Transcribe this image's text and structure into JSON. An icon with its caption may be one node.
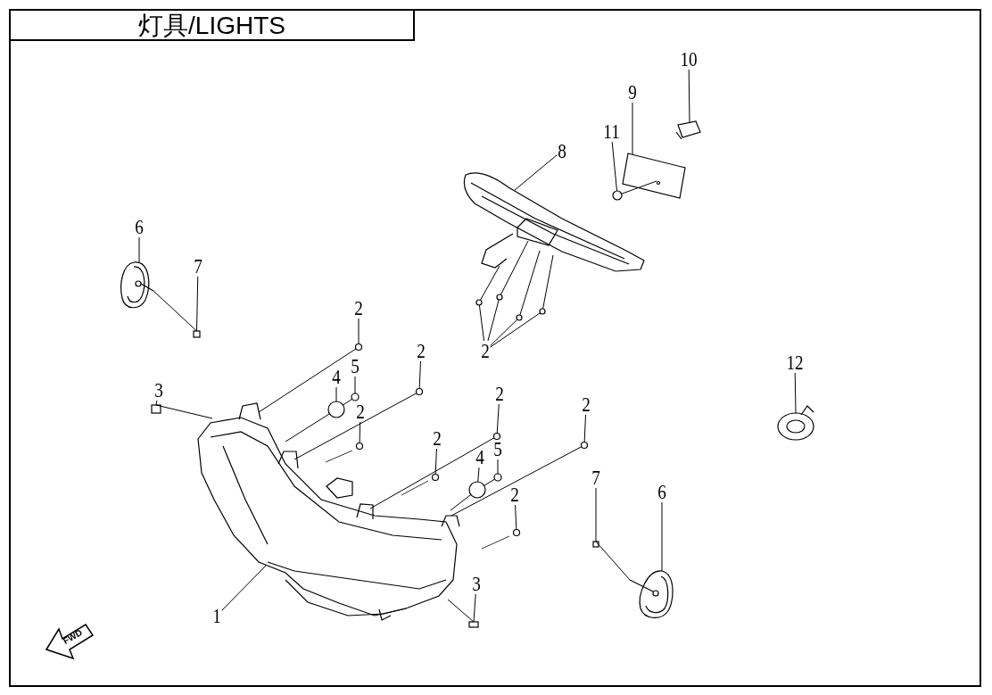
{
  "diagram": {
    "title": "灯具/LIGHTS",
    "nodes": [
      {
        "text": [
          "6"
        ]
      },
      {
        "text": [
          "7"
        ]
      },
      {
        "text": [
          "10"
        ]
      },
      {
        "text": [
          "9"
        ]
      },
      {
        "text": [
          "11"
        ]
      },
      {
        "text": [
          "8"
        ]
      },
      {
        "text": [
          "2"
        ]
      },
      {
        "text": [
          "2"
        ]
      },
      {
        "text": [
          "2"
        ]
      },
      {
        "text": [
          "12"
        ]
      },
      {
        "text": [
          "5"
        ]
      },
      {
        "text": [
          "4"
        ]
      },
      {
        "text": [
          "3"
        ]
      },
      {
        "text": [
          "2"
        ]
      },
      {
        "text": [
          "2"
        ]
      },
      {
        "text": [
          "2"
        ]
      },
      {
        "text": [
          "2"
        ]
      },
      {
        "text": [
          "5"
        ]
      },
      {
        "text": [
          "4"
        ]
      },
      {
        "text": [
          "7"
        ]
      },
      {
        "text": [
          "6"
        ]
      },
      {
        "text": [
          "2"
        ]
      },
      {
        "text": [
          "3"
        ]
      },
      {
        "text": [
          "1"
        ]
      },
      {
        "text": [],
        "shape": "picture"
      },
      {
        "text": [],
        "shape": "box"
      },
      {
        "text": [],
        "shape": "picture"
      },
      {
        "text": [],
        "shape": "picture"
      },
      {
        "text": [],
        "shape": "circle"
      },
      {
        "text": [],
        "shape": "picture"
      },
      {
        "text": [],
        "shape": "circle"
      },
      {
        "text": [],
        "shape": "circle"
      },
      {
        "text": [],
        "shape": "circle"
      },
      {
        "text": [],
        "shape": "circle"
      },
      {
        "text": [],
        "shape": "circle"
      },
      {
        "text": [],
        "shape": "circle"
      },
      {
        "text": [],
        "shape": "picture"
      },
      {
        "text": [],
        "shape": "circle"
      },
      {
        "text": [],
        "shape": "circle"
      },
      {
        "text": [],
        "shape": "box"
      },
      {
        "text": [],
        "shape": "circle"
      },
      {
        "text": [],
        "shape": "circle"
      },
      {
        "text": [],
        "shape": "circle"
      },
      {
        "text": [],
        "shape": "circle"
      },
      {
        "text": [],
        "shape": "circle"
      },
      {
        "text": [],
        "shape": "circle"
      },
      {
        "text": [],
        "shape": "box"
      },
      {
        "text": [],
        "shape": "picture"
      },
      {
        "text": [],
        "shape": "circle"
      },
      {
        "text": [],
        "shape": "box"
      },
      {
        "text": [],
        "shape": "picture"
      }
    ],
    "edges": [
      {
        "from": 0,
        "to": 24,
        "arrow": "none"
      },
      {
        "from": 1,
        "to": 25,
        "arrow": "none"
      },
      {
        "from": 2,
        "to": 26,
        "arrow": "none"
      },
      {
        "from": 3,
        "to": 27,
        "arrow": "none"
      },
      {
        "from": 4,
        "to": 28,
        "arrow": "none"
      },
      {
        "from": 5,
        "to": 29,
        "arrow": "none"
      },
      {
        "from": 6,
        "to": 30,
        "arrow": "none"
      },
      {
        "from": 7,
        "to": 31,
        "arrow": "none"
      },
      {
        "from": 7,
        "to": 32,
        "arrow": "none"
      },
      {
        "from": 7,
        "to": 33,
        "arrow": "none"
      },
      {
        "from": 7,
        "to": 34,
        "arrow": "none"
      },
      {
        "from": 8,
        "to": 35,
        "arrow": "none"
      },
      {
        "from": 9,
        "to": 36,
        "arrow": "none"
      },
      {
        "from": 10,
        "to": 37,
        "arrow": "none"
      },
      {
        "from": 11,
        "to": 38,
        "arrow": "none"
      },
      {
        "from": 12,
        "to": 39,
        "arrow": "none"
      },
      {
        "from": 13,
        "to": 40,
        "arrow": "none"
      },
      {
        "from": 14,
        "to": 41,
        "arrow": "none"
      },
      {
        "from": 15,
        "to": 42,
        "arrow": "none"
      },
      {
        "from": 16,
        "to": 43,
        "arrow": "none"
      },
      {
        "from": 17,
        "to": 44,
        "arrow": "none"
      },
      {
        "from": 18,
        "to": 45,
        "arrow": "none"
      },
      {
        "from": 19,
        "to": 46,
        "arrow": "none"
      },
      {
        "from": 20,
        "to": 47,
        "arrow": "none"
      },
      {
        "from": 21,
        "to": 48,
        "arrow": "none"
      },
      {
        "from": 22,
        "to": 49,
        "arrow": "none"
      },
      {
        "from": 23,
        "to": 50,
        "arrow": "none"
      },
      {
        "from": 30,
        "to": 50,
        "arrow": "none"
      },
      {
        "from": 35,
        "to": 50,
        "arrow": "none"
      },
      {
        "from": 40,
        "to": 50,
        "arrow": "none"
      },
      {
        "from": 41,
        "to": 50,
        "arrow": "none"
      },
      {
        "from": 37,
        "to": 38,
        "arrow": "none"
      },
      {
        "from": 38,
        "to": 50,
        "arrow": "none"
      },
      {
        "from": 44,
        "to": 45,
        "arrow": "none"
      },
      {
        "from": 45,
        "to": 50,
        "arrow": "none"
      },
      {
        "from": 39,
        "to": 50,
        "arrow": "none"
      },
      {
        "from": 49,
        "to": 50,
        "arrow": "none"
      },
      {
        "from": 24,
        "to": 25,
        "arrow": "none"
      },
      {
        "from": 46,
        "to": 47,
        "arrow": "none"
      },
      {
        "from": 29,
        "to": 31,
        "arrow": "none"
      },
      {
        "from": 29,
        "to": 32,
        "arrow": "none"
      },
      {
        "from": 29,
        "to": 33,
        "arrow": "none"
      },
      {
        "from": 29,
        "to": 34,
        "arrow": "none"
      },
      {
        "from": 27,
        "to": 28,
        "arrow": "none"
      }
    ],
    "labels": [
      "FWD"
    ]
  }
}
